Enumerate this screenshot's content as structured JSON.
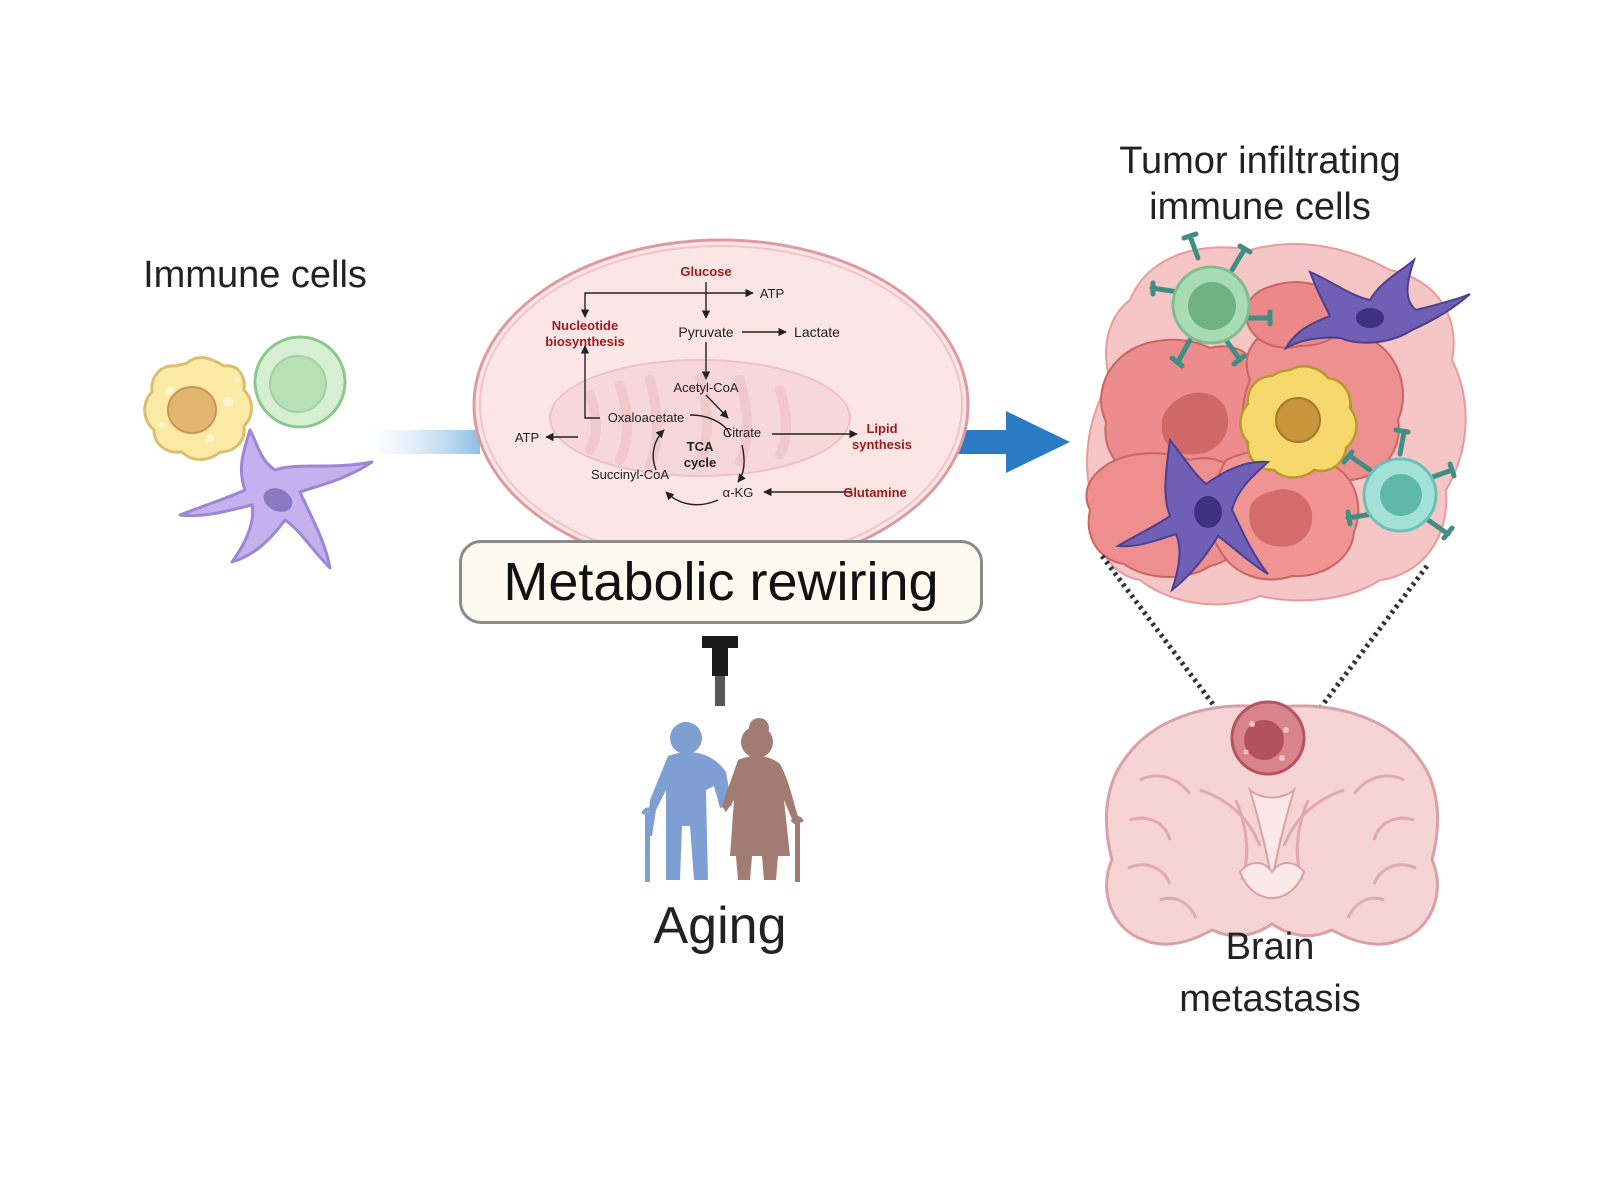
{
  "labels": {
    "immune_cells": "Immune cells",
    "tumor_infiltrating_line1": "Tumor infiltrating",
    "tumor_infiltrating_line2": "immune cells",
    "metabolic_rewiring": "Metabolic rewiring",
    "aging": "Aging",
    "brain_line1": "Brain",
    "brain_line2": "metastasis"
  },
  "metabolism": {
    "glucose": "Glucose",
    "atp_top": "ATP",
    "pyruvate": "Pyruvate",
    "lactate": "Lactate",
    "nucleotide_line1": "Nucleotide",
    "nucleotide_line2": "biosynthesis",
    "acetyl_coa": "Acetyl-CoA",
    "oxaloacetate": "Oxaloacetate",
    "citrate": "Citrate",
    "atp_left": "ATP",
    "tca_line1": "TCA",
    "tca_line2": "cycle",
    "lipid_line1": "Lipid",
    "lipid_line2": "synthesis",
    "succinyl_coa": "Succinyl-CoA",
    "akg": "α-KG",
    "glutamine": "Glutamine"
  },
  "colors": {
    "highlight_text": "#9b1b1b",
    "arrow_blue": "#2b7bc4",
    "cell_pink": "#e98585",
    "cell_green": "#9fd4a3",
    "cell_yellow": "#f4d66a",
    "cell_purple": "#5b4ea3",
    "cell_teal": "#7ed0c2",
    "aging_blue": "#7f9fd3",
    "aging_brown": "#a27c72",
    "brain_pink": "#f3cdd0"
  }
}
